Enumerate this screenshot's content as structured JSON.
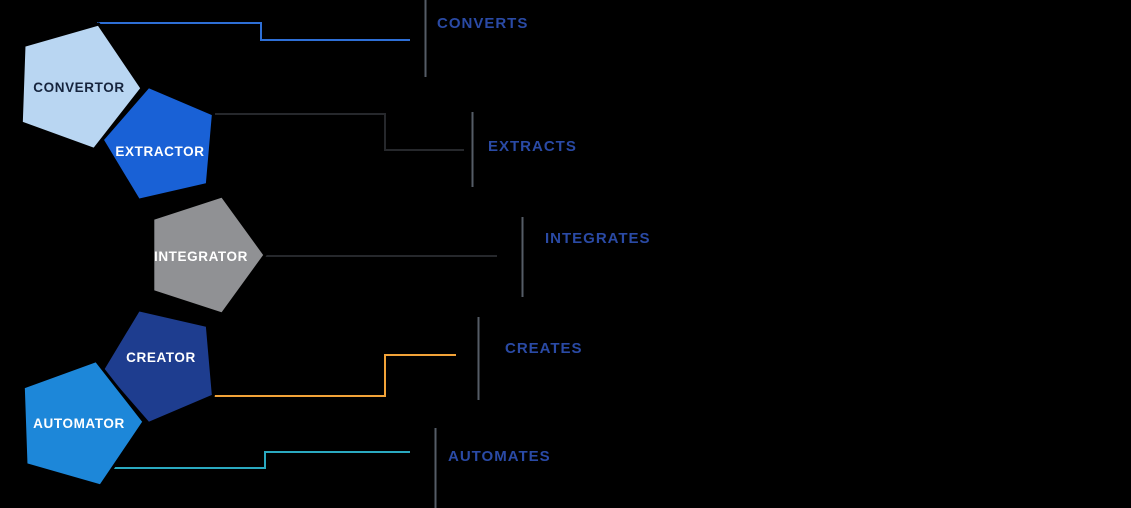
{
  "diagram": {
    "background": "#000000",
    "label_color": "#2a4aa5",
    "tick_color": "#555c66",
    "nodes": [
      {
        "id": "convertor",
        "label": "CONVERTOR",
        "fill": "#b9d6f2",
        "text_color": "#16243d"
      },
      {
        "id": "extractor",
        "label": "EXTRACTOR",
        "fill": "#1961d6",
        "text_color": "#ffffff"
      },
      {
        "id": "integrator",
        "label": "INTEGRATOR",
        "fill": "#909194",
        "text_color": "#ffffff"
      },
      {
        "id": "creator",
        "label": "CREATOR",
        "fill": "#1e3d8f",
        "text_color": "#ffffff"
      },
      {
        "id": "automator",
        "label": "AUTOMATOR",
        "fill": "#1d87d9",
        "text_color": "#ffffff"
      }
    ],
    "actions": [
      {
        "id": "converts",
        "label": "CONVERTS",
        "connector_color": "#2e6fd6"
      },
      {
        "id": "extracts",
        "label": "EXTRACTS",
        "connector_color": "#26282c"
      },
      {
        "id": "integrates",
        "label": "INTEGRATES",
        "connector_color": "#26282c"
      },
      {
        "id": "creates",
        "label": "CREATES",
        "connector_color": "#f2a338"
      },
      {
        "id": "automates",
        "label": "AUTOMATES",
        "connector_color": "#2aa9c0"
      }
    ]
  }
}
